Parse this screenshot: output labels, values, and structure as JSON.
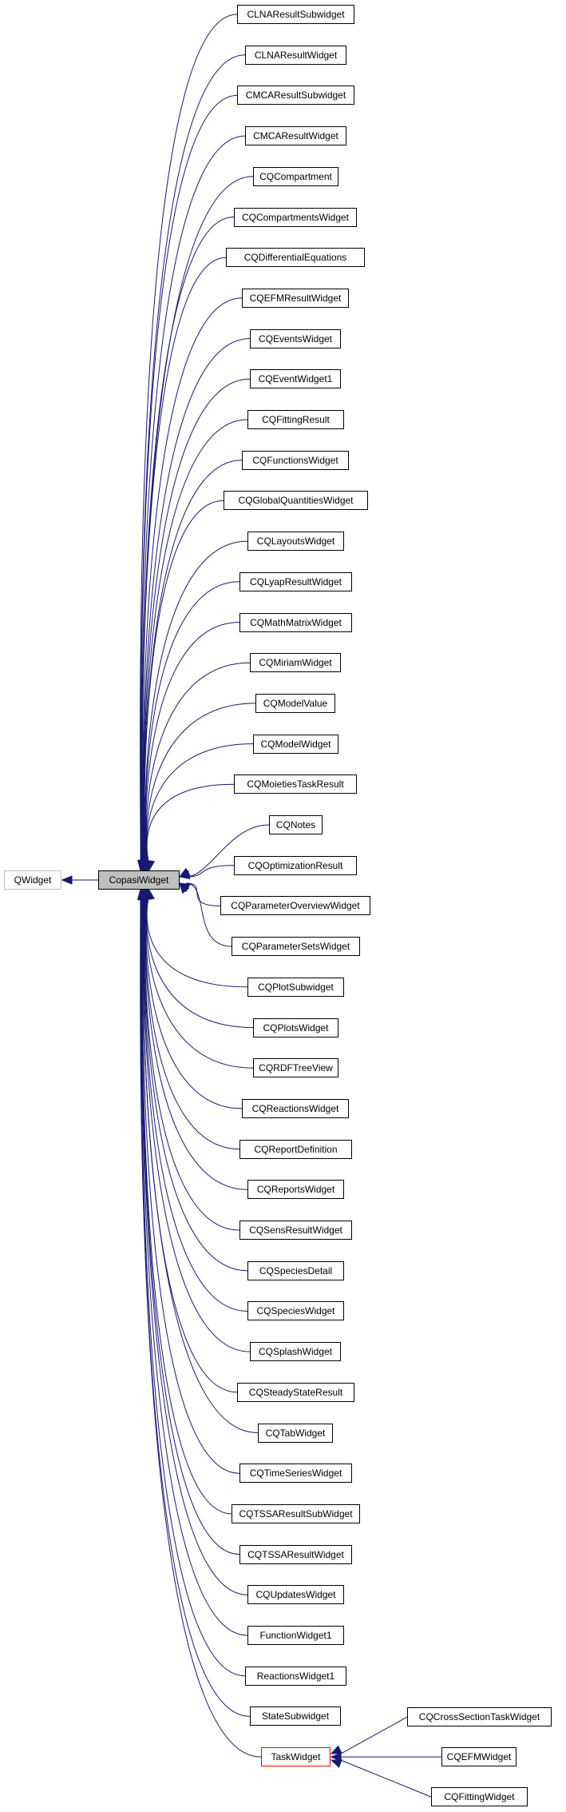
{
  "colors": {
    "edge": "#191970",
    "node_border": "#000000",
    "external_border": "#bfbfbf",
    "focus_fill": "#bfbfbf",
    "highlight_border": "#ff0000"
  },
  "root": {
    "label": "QWidget"
  },
  "focus": {
    "label": "CopasiWidget"
  },
  "children": [
    {
      "label": "CLNAResultSubwidget"
    },
    {
      "label": "CLNAResultWidget"
    },
    {
      "label": "CMCAResultSubwidget"
    },
    {
      "label": "CMCAResultWidget"
    },
    {
      "label": "CQCompartment"
    },
    {
      "label": "CQCompartmentsWidget"
    },
    {
      "label": "CQDifferentialEquations"
    },
    {
      "label": "CQEFMResultWidget"
    },
    {
      "label": "CQEventsWidget"
    },
    {
      "label": "CQEventWidget1"
    },
    {
      "label": "CQFittingResult"
    },
    {
      "label": "CQFunctionsWidget"
    },
    {
      "label": "CQGlobalQuantitiesWidget"
    },
    {
      "label": "CQLayoutsWidget"
    },
    {
      "label": "CQLyapResultWidget"
    },
    {
      "label": "CQMathMatrixWidget"
    },
    {
      "label": "CQMiriamWidget"
    },
    {
      "label": "CQModelValue"
    },
    {
      "label": "CQModelWidget"
    },
    {
      "label": "CQMoietiesTaskResult"
    },
    {
      "label": "CQNotes"
    },
    {
      "label": "CQOptimizationResult"
    },
    {
      "label": "CQParameterOverviewWidget"
    },
    {
      "label": "CQParameterSetsWidget"
    },
    {
      "label": "CQPlotSubwidget"
    },
    {
      "label": "CQPlotsWidget"
    },
    {
      "label": "CQRDFTreeView"
    },
    {
      "label": "CQReactionsWidget"
    },
    {
      "label": "CQReportDefinition"
    },
    {
      "label": "CQReportsWidget"
    },
    {
      "label": "CQSensResultWidget"
    },
    {
      "label": "CQSpeciesDetail"
    },
    {
      "label": "CQSpeciesWidget"
    },
    {
      "label": "CQSplashWidget"
    },
    {
      "label": "CQSteadyStateResult"
    },
    {
      "label": "CQTabWidget"
    },
    {
      "label": "CQTimeSeriesWidget"
    },
    {
      "label": "CQTSSAResultSubWidget"
    },
    {
      "label": "CQTSSAResultWidget"
    },
    {
      "label": "CQUpdatesWidget"
    },
    {
      "label": "FunctionWidget1"
    },
    {
      "label": "ReactionsWidget1"
    },
    {
      "label": "StateSubwidget"
    },
    {
      "label": "TaskWidget"
    }
  ],
  "grandchildren": [
    {
      "label": "CQCrossSectionTaskWidget"
    },
    {
      "label": "CQEFMWidget"
    },
    {
      "label": "CQFittingWidget"
    }
  ]
}
